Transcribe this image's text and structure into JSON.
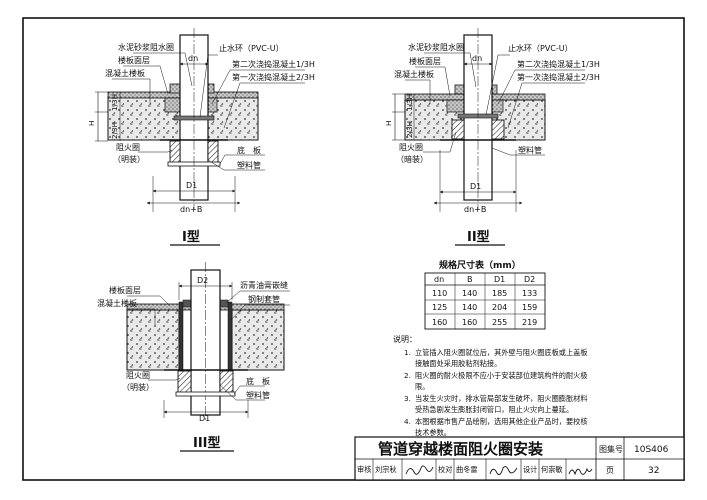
{
  "figure_I": {
    "title": "I型",
    "labels": {
      "mortar_ring": "水泥砂浆阻水圈",
      "floor_surface": "楼板面层",
      "concrete_slab": "混凝土楼板",
      "water_stop": "止水环（PVC-U）",
      "second_pour_top": "第二次浇捣混凝土1/3H",
      "first_pour": "第一次浇捣混凝土2/3H",
      "fire_collar": "阻火圈",
      "fire_collar_sub": "（明装）",
      "base_plate": "底　板",
      "plastic_pipe": "塑料管",
      "dn": "dn",
      "d1": "D1",
      "dnb": "dn+B",
      "h": "H",
      "h13": "1/3H",
      "h23": "2/3H"
    }
  },
  "figure_II": {
    "title": "II型",
    "labels": {
      "mortar_ring": "水泥砂浆阻水圈",
      "floor_surface": "楼板面层",
      "concrete_slab": "混凝土楼板",
      "water_stop": "止水环（PVC-U）",
      "second_pour_top": "第二次浇捣混凝土1/3H",
      "first_pour": "第一次浇捣混凝土2/3H",
      "fire_collar": "阻火圈",
      "fire_collar_sub": "（暗装）",
      "plastic_pipe": "塑料管",
      "dn": "dn",
      "d1": "D1",
      "dnb": "dn+B",
      "h": "H",
      "h13": "1/3H",
      "h23": "2/3H"
    }
  },
  "figure_III": {
    "title": "III型",
    "labels": {
      "floor_surface": "楼板面层",
      "concrete_slab": "混凝土楼板",
      "oil_seal": "沥青油膏嵌缝",
      "steel_sleeve": "钢制套管",
      "fire_collar": "阻火圈",
      "fire_collar_sub": "（明装）",
      "base_plate": "底　板",
      "plastic_pipe": "塑料管",
      "d2": "D2",
      "d1": "D1"
    }
  },
  "spec_table": {
    "title": "规格尺寸表（mm）",
    "headers": [
      "dn",
      "B",
      "D1",
      "D2"
    ],
    "rows": [
      [
        "110",
        "140",
        "185",
        "133"
      ],
      [
        "125",
        "140",
        "204",
        "159"
      ],
      [
        "160",
        "160",
        "255",
        "219"
      ]
    ]
  },
  "notes": {
    "heading": "说明：",
    "items": [
      {
        "num": "1.",
        "lines": [
          "立管插入阻火圈就位后，其外壁与阻火圈底板或上盖板",
          "接触面处采用胶粘剂粘接。"
        ]
      },
      {
        "num": "2.",
        "lines": [
          "阻火圈的耐火极限不应小于安装部位建筑构件的耐火极",
          "限。"
        ]
      },
      {
        "num": "3.",
        "lines": [
          "当发生火灾时，排水管局部发生破坏，阻火圈膨胀材料",
          "受热急剧发生膨胀封闭管口，阻止火灾向上蔓延。"
        ]
      },
      {
        "num": "4.",
        "lines": [
          "本图根据市售产品绘制，选用其他企业产品时，要校核",
          "技术参数。"
        ]
      }
    ]
  },
  "title_block": {
    "drawing_title": "管道穿越楼面阻火圈安装",
    "atlas_label": "图集号",
    "atlas_no": "10S406",
    "review_label": "审核",
    "reviewer": "刘宗秋",
    "check_label": "校对",
    "checker": "曲冬雷",
    "design_label": "设计",
    "designer": "何崇敏",
    "page_label": "页",
    "page_no": "32"
  },
  "colors": {
    "line": "#111111",
    "concrete": "#e9e9e9",
    "mortar": "#bdbdbd"
  }
}
